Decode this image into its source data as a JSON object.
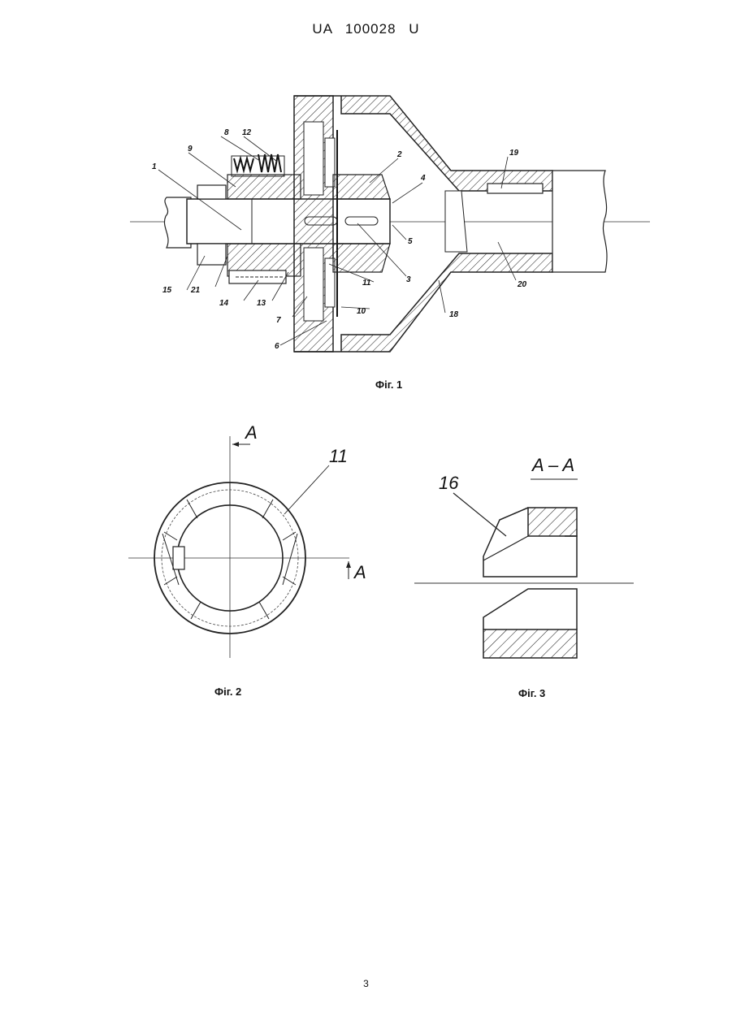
{
  "header": {
    "doc_number": "UA   100028   U"
  },
  "figure1": {
    "caption": "Фіг. 1",
    "labels": [
      "1",
      "2",
      "3",
      "4",
      "5",
      "6",
      "7",
      "8",
      "9",
      "10",
      "11",
      "12",
      "13",
      "14",
      "15",
      "18",
      "19",
      "20",
      "21"
    ]
  },
  "figure2": {
    "caption": "Фіг. 2",
    "part_label": "11",
    "section_mark": "A"
  },
  "figure3": {
    "caption": "Фіг. 3",
    "section_title": "A – A",
    "part_label": "16"
  },
  "footer": {
    "page_number": "3"
  }
}
